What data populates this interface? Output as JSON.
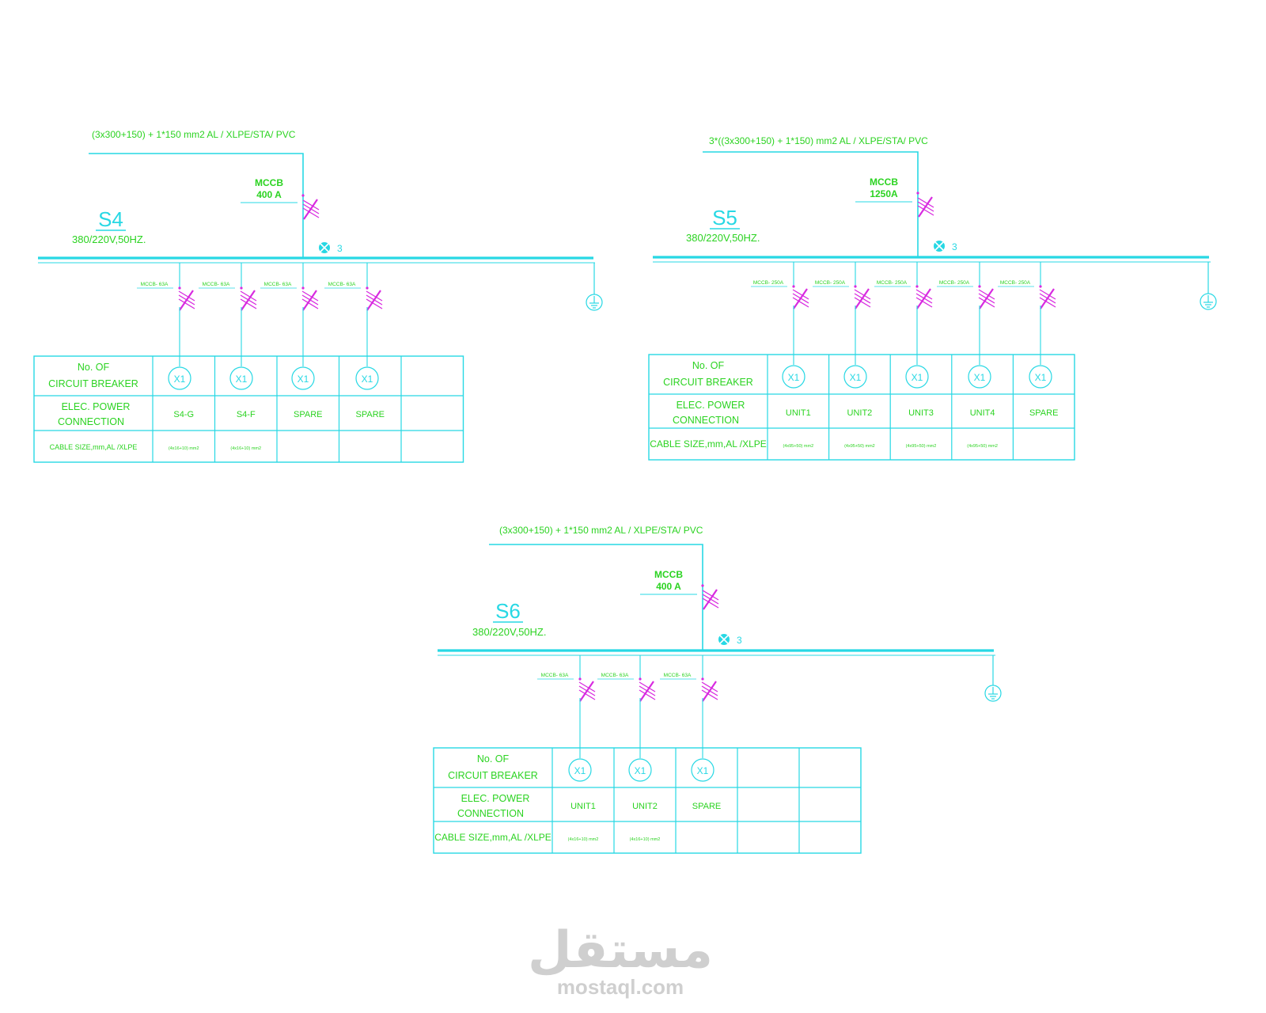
{
  "panels": [
    {
      "id": "s4",
      "name": "S4",
      "supply": "380/220V,50HZ.",
      "feeder_cable": "(3x300+150) + 1*150 mm2 AL / XLPE/STA/ PVC",
      "main_breaker": [
        "MCCB",
        "400 A"
      ],
      "phase_mark": "3",
      "branch_breaker_label": "MCCB- 63A",
      "row_headers": [
        [
          "No. OF",
          "CIRCUIT BREAKER"
        ],
        [
          "ELEC. POWER",
          "CONNECTION"
        ],
        [
          "CABLE SIZE,mm,AL /XLPE"
        ]
      ],
      "circuits": [
        {
          "breaker": "X1",
          "connection": "S4-G",
          "cable": "(4x16+10) mm2"
        },
        {
          "breaker": "X1",
          "connection": "S4-F",
          "cable": "(4x16+10) mm2"
        },
        {
          "breaker": "X1",
          "connection": "SPARE",
          "cable": ""
        },
        {
          "breaker": "X1",
          "connection": "SPARE",
          "cable": ""
        }
      ]
    },
    {
      "id": "s5",
      "name": "S5",
      "supply": "380/220V,50HZ.",
      "feeder_cable": "3*((3x300+150) + 1*150) mm2 AL / XLPE/STA/ PVC",
      "main_breaker": [
        "MCCB",
        "1250A"
      ],
      "phase_mark": "3",
      "branch_breaker_label": "MCCB- 250A",
      "row_headers": [
        [
          "No. OF",
          "CIRCUIT BREAKER"
        ],
        [
          "ELEC. POWER",
          "CONNECTION"
        ],
        [
          "CABLE SIZE,mm,AL /XLPE"
        ]
      ],
      "circuits": [
        {
          "breaker": "X1",
          "connection": "UNIT1",
          "cable": "(4x95+50) mm2"
        },
        {
          "breaker": "X1",
          "connection": "UNIT2",
          "cable": "(4x95+50) mm2"
        },
        {
          "breaker": "X1",
          "connection": "UNIT3",
          "cable": "(4x95+50) mm2"
        },
        {
          "breaker": "X1",
          "connection": "UNIT4",
          "cable": "(4x95+50) mm2"
        },
        {
          "breaker": "X1",
          "connection": "SPARE",
          "cable": ""
        }
      ]
    },
    {
      "id": "s6",
      "name": "S6",
      "supply": "380/220V,50HZ.",
      "feeder_cable": "(3x300+150) + 1*150 mm2 AL / XLPE/STA/ PVC",
      "main_breaker": [
        "MCCB",
        "400 A"
      ],
      "phase_mark": "3",
      "branch_breaker_label": "MCCB- 63A",
      "row_headers": [
        [
          "No. OF",
          "CIRCUIT BREAKER"
        ],
        [
          "ELEC. POWER",
          "CONNECTION"
        ],
        [
          "CABLE SIZE,mm,AL /XLPE"
        ]
      ],
      "circuits": [
        {
          "breaker": "X1",
          "connection": "UNIT1",
          "cable": "(4x16+10) mm2"
        },
        {
          "breaker": "X1",
          "connection": "UNIT2",
          "cable": "(4x16+10) mm2"
        },
        {
          "breaker": "X1",
          "connection": "SPARE",
          "cable": ""
        }
      ]
    }
  ],
  "watermark": {
    "arabic": "مستقل",
    "latin": "mostaql.com"
  },
  "colors": {
    "wiring": "#27d8e4",
    "breaker": "#d82be0",
    "annotation": "#2bd321",
    "watermark": "#cfcfcf"
  }
}
